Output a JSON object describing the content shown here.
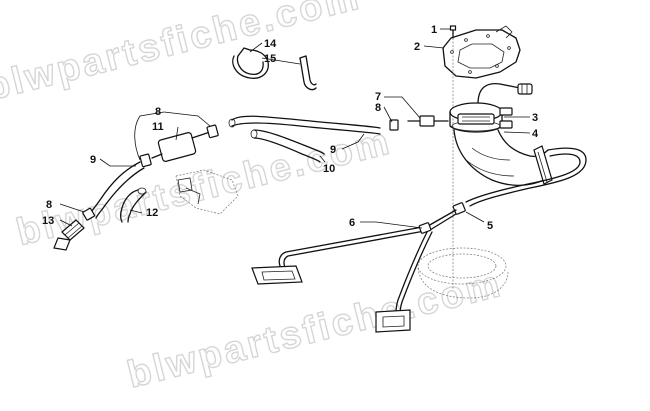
{
  "watermark": {
    "text": "blwpartsfiche.com",
    "color": "#d6d6d6"
  },
  "callouts": [
    {
      "id": "c1",
      "label": "1"
    },
    {
      "id": "c2",
      "label": "2"
    },
    {
      "id": "c3",
      "label": "3"
    },
    {
      "id": "c4",
      "label": "4"
    },
    {
      "id": "c5",
      "label": "5"
    },
    {
      "id": "c6",
      "label": "6"
    },
    {
      "id": "c7",
      "label": "7"
    },
    {
      "id": "c8a",
      "label": "8"
    },
    {
      "id": "c8b",
      "label": "8"
    },
    {
      "id": "c8c",
      "label": "8"
    },
    {
      "id": "c9a",
      "label": "9"
    },
    {
      "id": "c9b",
      "label": "9"
    },
    {
      "id": "c10",
      "label": "10"
    },
    {
      "id": "c11",
      "label": "11"
    },
    {
      "id": "c12",
      "label": "12"
    },
    {
      "id": "c13",
      "label": "13"
    },
    {
      "id": "c14",
      "label": "14"
    },
    {
      "id": "c15",
      "label": "15"
    }
  ]
}
